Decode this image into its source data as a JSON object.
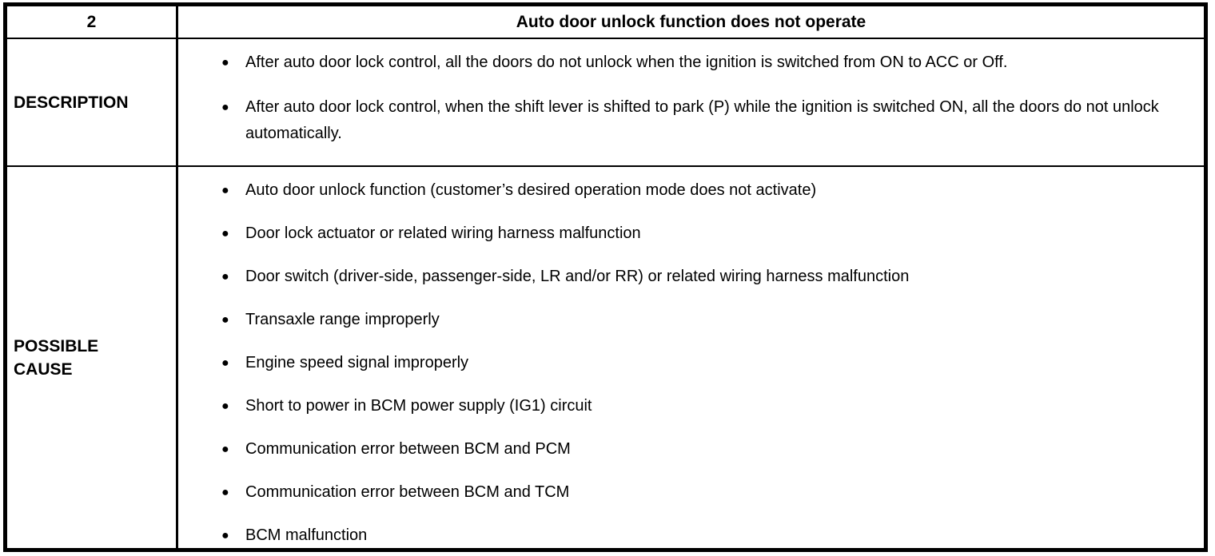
{
  "page": {
    "background": "#ffffff",
    "text_color": "#000000",
    "border_color": "#000000"
  },
  "icons": {
    "bullet": "●"
  },
  "table": {
    "header": {
      "index": "2",
      "title": "Auto door unlock function does not operate"
    },
    "description": {
      "label": "DESCRIPTION",
      "items": [
        "After auto door lock control, all the doors do not unlock when the ignition is switched from ON to ACC or Off.",
        "After auto door lock control, when the shift lever is shifted to park (P) while the ignition is switched ON, all the doors do not unlock automatically."
      ]
    },
    "possible_cause": {
      "label": "POSSIBLE CAUSE",
      "items": [
        "Auto door unlock function (customer’s desired operation mode does not activate)",
        "Door lock actuator or related wiring harness malfunction",
        "Door switch (driver-side, passenger-side, LR and/or RR) or related wiring harness malfunction",
        "Transaxle range improperly",
        "Engine speed signal improperly",
        "Short to power in BCM power supply (IG1) circuit",
        "Communication error between BCM and PCM",
        "Communication error between BCM and TCM",
        "BCM malfunction"
      ]
    }
  }
}
